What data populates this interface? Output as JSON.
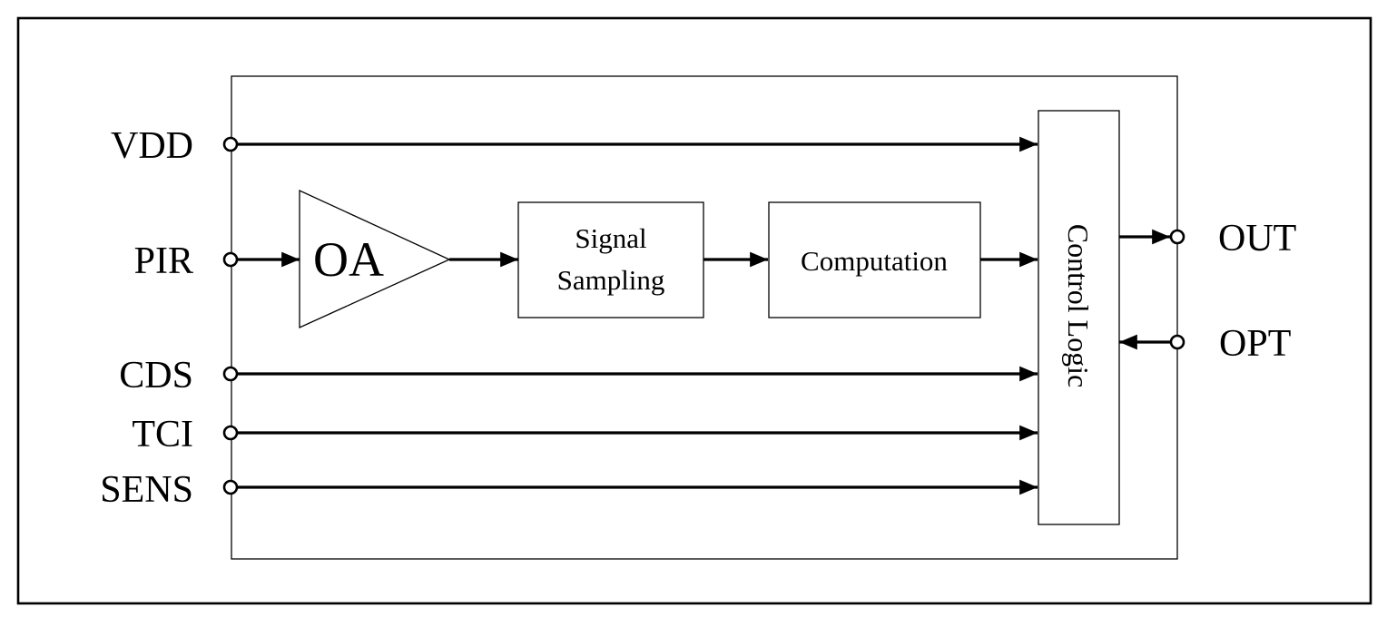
{
  "pins": {
    "inputs": [
      {
        "id": "vdd",
        "label": "VDD"
      },
      {
        "id": "pir",
        "label": "PIR"
      },
      {
        "id": "cds",
        "label": "CDS"
      },
      {
        "id": "tci",
        "label": "TCI"
      },
      {
        "id": "sens",
        "label": "SENS"
      }
    ],
    "out": {
      "label": "OUT"
    },
    "opt": {
      "label": "OPT"
    }
  },
  "blocks": {
    "amplifier": {
      "label": "OA"
    },
    "signal_sampling": {
      "line1": "Signal",
      "line2": "Sampling"
    },
    "computation": {
      "label": "Computation"
    },
    "control_logic": {
      "label": "Control Logic"
    }
  }
}
